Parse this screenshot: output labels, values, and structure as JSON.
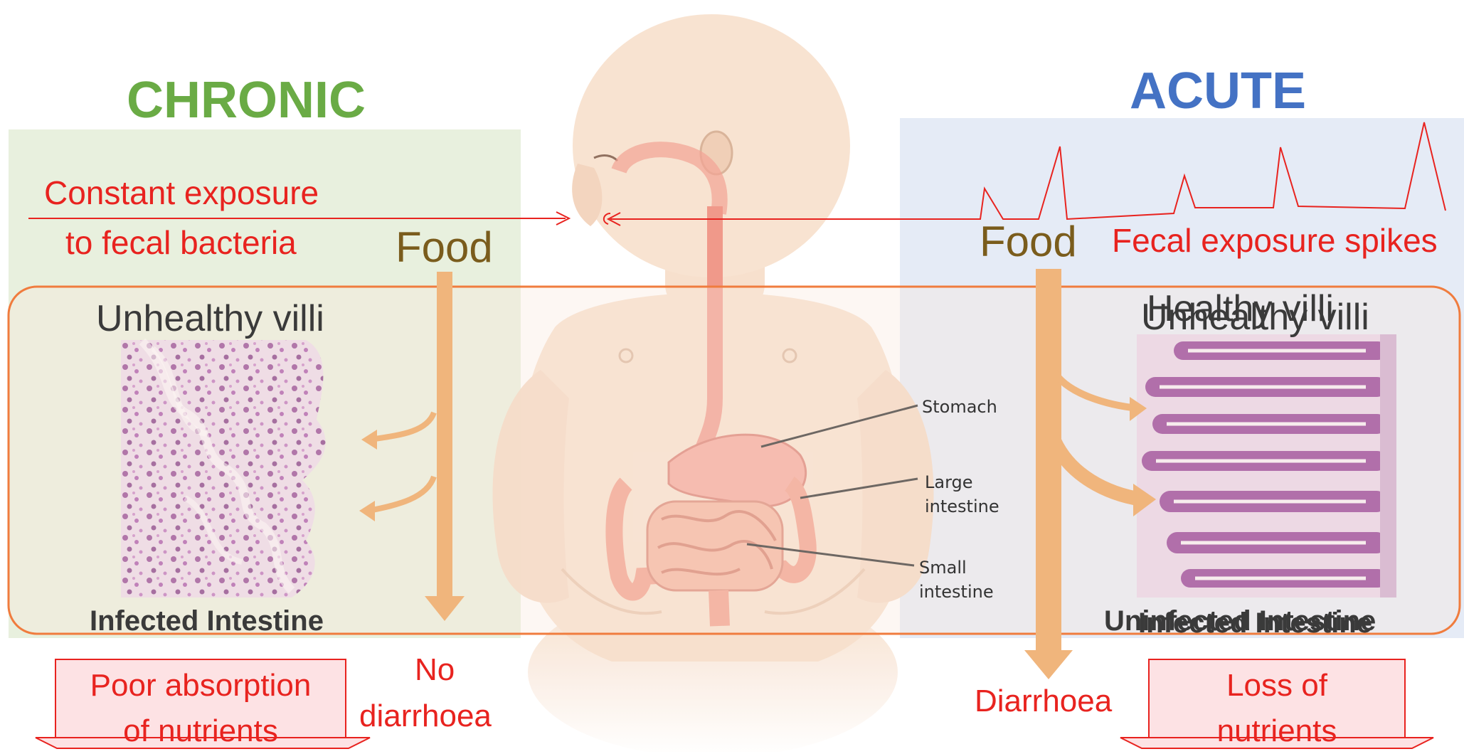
{
  "chronic": {
    "title": "CHRONIC",
    "exposure_line1": "Constant exposure",
    "exposure_line2": "to fecal bacteria",
    "food": "Food",
    "villi_label": "Unhealthy villi",
    "intestine_label": "Infected Intestine",
    "outcome_box_line1": "Poor absorption",
    "outcome_box_line2": "of nutrients",
    "diarrhoea_line1": "No",
    "diarrhoea_line2": "diarrhoea"
  },
  "acute": {
    "title": "ACUTE",
    "food": "Food",
    "spikes_label": "Fecal exposure spikes",
    "villi_label_a": "Healthy villi",
    "villi_label_b": "Unhealthy villi",
    "intestine_label_a": "Uninfected Intestine",
    "intestine_label_b": "Infected Intestine",
    "diarrhoea": "Diarrhoea",
    "outcome_box_line1": "Loss of",
    "outcome_box_line2": "nutrients"
  },
  "anatomy": {
    "stomach": "Stomach",
    "large_line1": "Large",
    "large_line2": "intestine",
    "small_line1": "Small",
    "small_line2": "intestine"
  },
  "colors": {
    "chronic_green": "#6aab45",
    "acute_blue": "#4472c4",
    "exposure_red": "#e8231f",
    "food_arrow": "#f0b57c"
  }
}
